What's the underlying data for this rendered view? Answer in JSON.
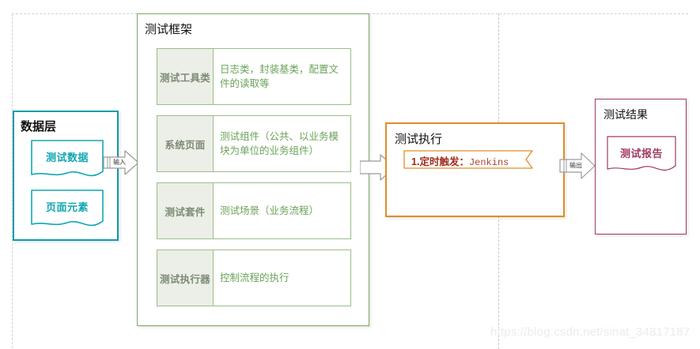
{
  "diagram": {
    "watermark": "https://blog.csdn.net/sinat_34817187",
    "colors": {
      "data_layer": "#0a9cad",
      "framework": "#7aab62",
      "framework_text": "#6aa359",
      "framework_key_text": "#7d8b74",
      "execution": "#e08d28",
      "execution_accent": "#a02c1e",
      "result": "#a03a63",
      "divider": "#c9c9c9"
    }
  },
  "data_layer": {
    "title": "数据层",
    "documents": [
      {
        "label": "测试数据",
        "icon": "document-shape"
      },
      {
        "label": "页面元素",
        "icon": "document-shape"
      }
    ]
  },
  "framework": {
    "title": "测试框架",
    "rows": [
      {
        "key": "测试工具类",
        "value": "日志类，封装基类，配置文件的读取等"
      },
      {
        "key": "系统页面",
        "value": "测试组件（公共、以业务模块为单位的业务组件）"
      },
      {
        "key": "测试套件",
        "value": "测试场景（业务流程）"
      },
      {
        "key": "测试执行器",
        "value": "控制流程的执行"
      }
    ]
  },
  "execution": {
    "title": "测试执行",
    "ribbon": {
      "index": "1.",
      "trigger": "定时触发：",
      "tool": "Jenkins"
    }
  },
  "result": {
    "title": "测试结果",
    "documents": [
      {
        "label": "测试报告",
        "icon": "document-shape"
      }
    ]
  },
  "arrows": [
    {
      "name": "arrow-input",
      "label": "输入"
    },
    {
      "name": "arrow-middle",
      "label": ""
    },
    {
      "name": "arrow-output",
      "label": "输出"
    }
  ]
}
